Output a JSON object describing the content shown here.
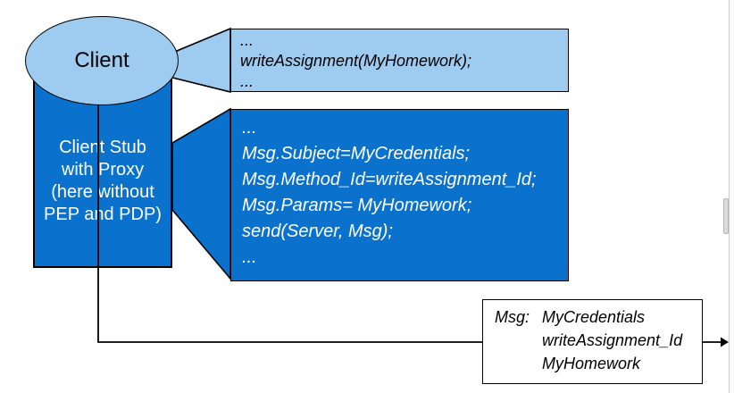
{
  "colors": {
    "light_blue": "#9ecbf0",
    "dark_blue": "#0a71cd",
    "outline": "#000000"
  },
  "client": {
    "label": "Client"
  },
  "client_stub": {
    "lines": [
      "Client Stub",
      "with Proxy",
      "(here without",
      "PEP and PDP)"
    ]
  },
  "client_code_callout": {
    "lines": [
      "...",
      "writeAssignment(MyHomework);",
      "..."
    ]
  },
  "stub_code_callout": {
    "lines": [
      "...",
      "Msg.Subject=MyCredentials;",
      "Msg.Method_Id=writeAssignment_Id;",
      "Msg.Params= MyHomework;",
      "send(Server, Msg);",
      "..."
    ]
  },
  "message_box": {
    "label": "Msg:",
    "values": [
      "MyCredentials",
      "writeAssignment_Id",
      "MyHomework"
    ]
  }
}
